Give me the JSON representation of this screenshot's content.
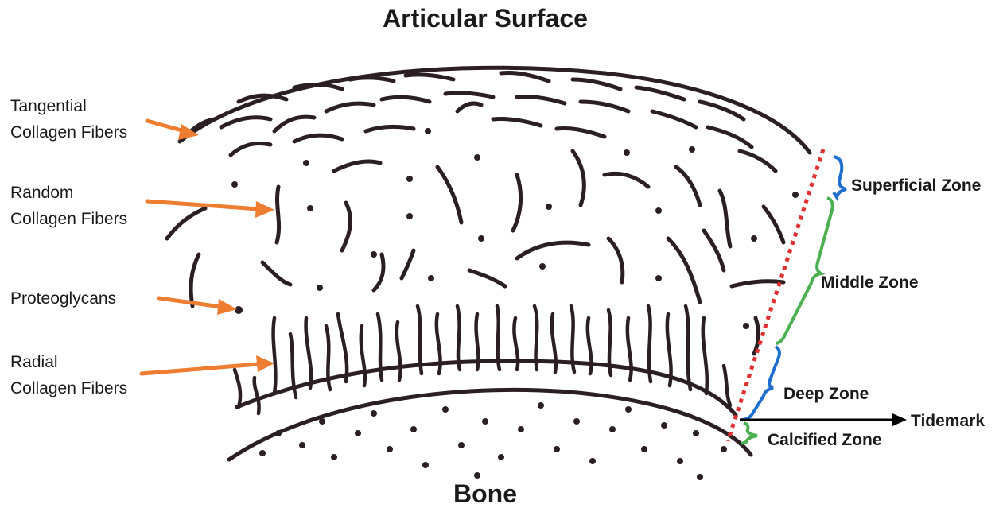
{
  "title_top": "Articular Surface",
  "title_bottom": "Bone",
  "left_labels": {
    "tangential": [
      "Tangential",
      "Collagen Fibers"
    ],
    "random": [
      "Random",
      "Collagen Fibers"
    ],
    "proteoglycans": [
      "Proteoglycans"
    ],
    "radial": [
      "Radial",
      "Collagen Fibers"
    ]
  },
  "zones": {
    "superficial": "Superficial Zone",
    "middle": "Middle Zone",
    "deep": "Deep Zone",
    "calcified": "Calcified Zone",
    "tidemark": "Tidemark"
  },
  "colors": {
    "arrow": "#ed7d31",
    "ink": "#2b1f24",
    "dotted_line": "#e03030",
    "superficial_brace": "#1f6fd1",
    "middle_brace": "#4caf50",
    "deep_brace": "#1f6fd1",
    "calcified_brace": "#4caf50"
  }
}
